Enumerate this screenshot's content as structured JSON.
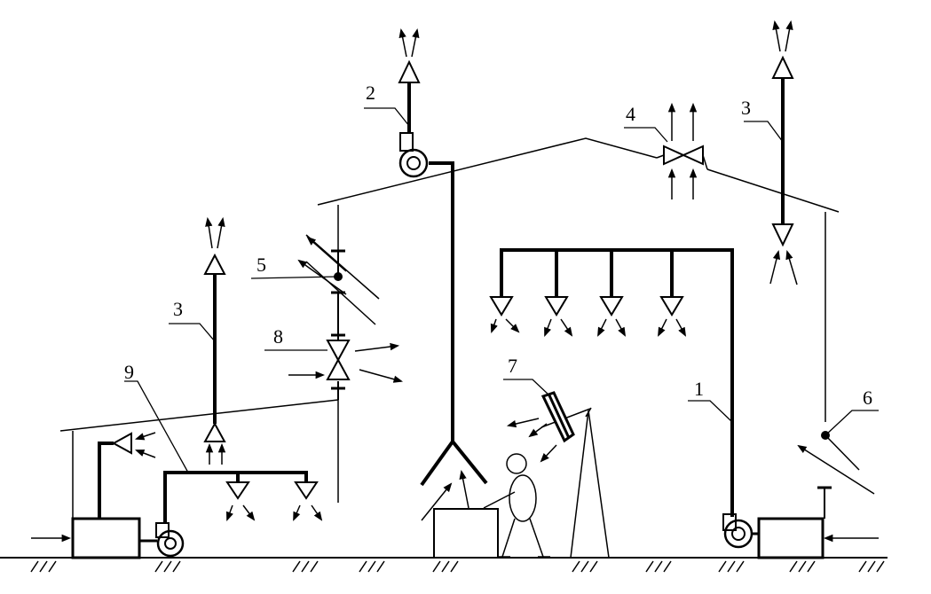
{
  "diagram": {
    "labels": {
      "l1": "1",
      "l2": "2",
      "l3a": "3",
      "l3b": "3",
      "l4": "4",
      "l5": "5",
      "l6": "6",
      "l7": "7",
      "l8": "8",
      "l9": "9"
    },
    "colors": {
      "line": "#000000",
      "background": "#ffffff"
    }
  }
}
